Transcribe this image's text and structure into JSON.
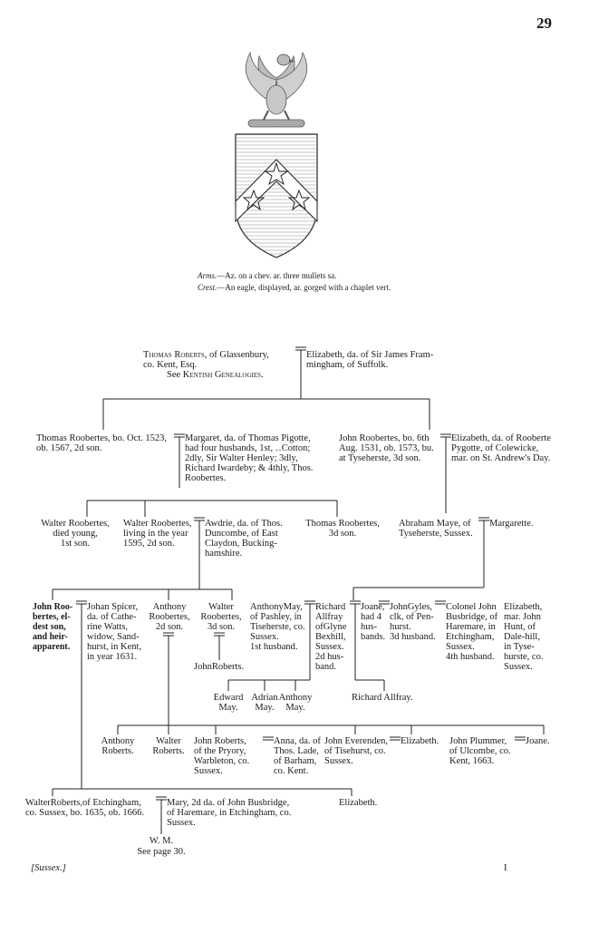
{
  "page_number": "29",
  "arms": {
    "arms_label": "Arms.",
    "arms_text": "—Az. on a chev. ar. three mullets sa.",
    "crest_label": "Crest.",
    "crest_text": "—An eagle, displayed, ar. gorged with a chaplet vert."
  },
  "gen1": {
    "thomas_name": "Thomas Roberts",
    "thomas_rest": ", of Glassenbury,",
    "thomas_line2": "co. Kent, Esq.",
    "thomas_see": "See ",
    "thomas_see_ref": "Kentish Genealogies.",
    "elizabeth": "Elizabeth, da. of Sir James Fram-\nmingham, of Suffolk."
  },
  "gen2": {
    "thomas": "Thomas Roobertes, bo. Oct. 1523,\nob. 1567, 2d son.",
    "margaret": "Margaret, da. of Thomas Pigotte,\nhad four husbands, 1st, ‥Cotton;\n2dly, Sir Walter Henley; 3dly,\nRichard Iwardeby; & 4thly, Thos.\nRoobertes.",
    "john": "John Roobertes, bo. 6th\nAug. 1531, ob. 1573, bu.\nat Tyseherste, 3d son.",
    "elizabeth": "Elizabeth, da. of Rooberte\nPygotte, of Colewicke,\nmar. on St. Andrew's Day."
  },
  "gen3": {
    "walter_died": "Walter Roobertes,\ndied young,\n1st son.",
    "walter_living": "Walter Roobertes,\nliving in the year\n1595, 2d son.",
    "awdrie": "Awdrie, da. of Thos.\nDuncombe, of East\nClaydon, Bucking-\nhamshire.",
    "thomas": "Thomas Roobertes,\n3d son.",
    "abraham": "Abraham Maye, of\nTyseherste, Sussex.",
    "margarette": "Margarette."
  },
  "gen4": {
    "john": "John Roo-\nbertes, el-\ndest son,\nand heir-\napparent.",
    "johan": "Johan Spicer,\nda. of Cathe-\nrine Watts,\nwidow, Sand-\nhurst, in Kent,\nin year 1631.",
    "anthony": "Anthony\nRoobertes,\n2d son.",
    "walter": "Walter\nRoobertes,\n3d son.",
    "john_roberts": "JohnRoberts.",
    "anthony_may": "AnthonyMay,\nof Pashley, in\nTiseherste, co.\nSussex.\n1st husband.",
    "richard": "Richard\nAllfray\nofGlyne\nBexhill,\nSussex.\n2d hus-\nband.",
    "joane": "Joane,\nhad 4\nhus-\nbands.",
    "john_gyles": "JohnGyles,\nclk, of Pen-\nhurst.\n3d husband.",
    "colonel": "Colonel John\nBusbridge, of\nHaremare, in\nEtchingham,\nSussex.\n4th husband.",
    "elizabeth": "Elizabeth,\nmar. John\nHunt, of\nDale-hill,\nin Tyse-\nhurste, co.\nSussex.",
    "edward": "Edward\nMay.",
    "adrian": "Adrian\nMay.",
    "anthony2": "Anthony\nMay.",
    "richard_allfray": "Richard Allfray."
  },
  "gen5": {
    "anthony": "Anthony\nRoberts.",
    "walter": "Walter\nRoberts.",
    "john": "John Roberts,\nof the Pryory,\nWarbleton, co.\nSussex.",
    "anna": "Anna, da. of\nThos. Lade,\nof Barham,\nco. Kent.",
    "john_everenden": "John Everenden,\nof Tisehurst, co.\nSussex.",
    "elizabeth": "Elizabeth.",
    "john_plummer": "John Plummer,\nof Ulcombe, co.\nKent, 1663.",
    "joane": "Joane."
  },
  "gen6": {
    "walter": "WalterRoberts,of Etchingham,\nco. Sussex, bo. 1635, ob. 1666.",
    "mary": "Mary, 2d da. of John Busbridge,\nof Haremare, in Etchingham, co.\nSussex.",
    "elizabeth": "Elizabeth.",
    "wm": "W. M.",
    "see_page": "See page 30."
  },
  "footer": {
    "county": "[Sussex.]",
    "signature": "I"
  }
}
